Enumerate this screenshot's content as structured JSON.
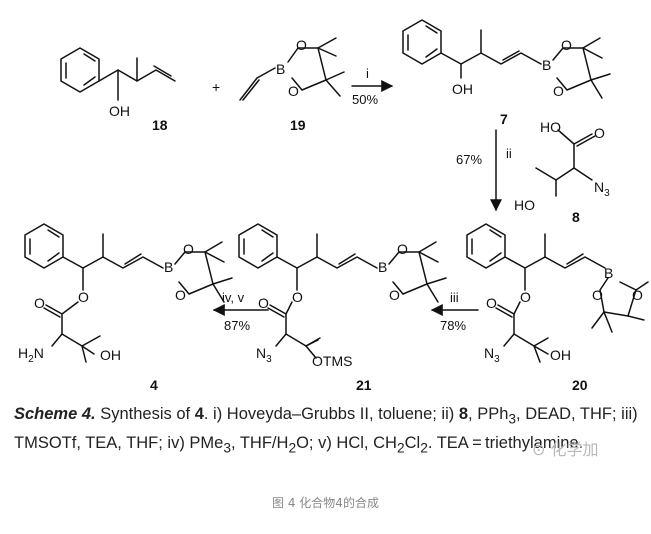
{
  "compounds": {
    "c18": "18",
    "c19": "19",
    "c7": "7",
    "c8": "8",
    "c4": "4",
    "c21": "21",
    "c20": "20"
  },
  "atoms": {
    "oh": "OH",
    "ho": "HO",
    "b": "B",
    "o": "O",
    "n3": "N",
    "n3_sub": "3",
    "h2n_h": "H",
    "h2n_sub": "2",
    "h2n_n": "N",
    "otms": "OTMS"
  },
  "conditions": {
    "step1_reagent": "i",
    "step1_yield": "50%",
    "step2_yield": "67%",
    "step2_reagent": "ii",
    "step3_reagent": "iii",
    "step3_yield": "78%",
    "step4_reagent": "iv, v",
    "step4_yield": "87%"
  },
  "misc": {
    "plus": "+"
  },
  "caption": {
    "lead": "Scheme 4.",
    "t1": " Synthesis of ",
    "b1": "4",
    "t2": ". i) Hoveyda–Grubbs II, toluene; ii) ",
    "b2": "8",
    "t3": ", PPh",
    "s1": "3",
    "t4": ", DEAD, THF; iii) TMSOTf, TEA, THF; iv) PMe",
    "s2": "3",
    "t5": ", THF/H",
    "s3": "2",
    "t6": "O; v) HCl, CH",
    "s4": "2",
    "t7": "Cl",
    "s5": "2",
    "t8": ". TEA = triethylamine."
  },
  "watermark": "⊙ 化学加",
  "footnote": "图 4 化合物4的合成"
}
